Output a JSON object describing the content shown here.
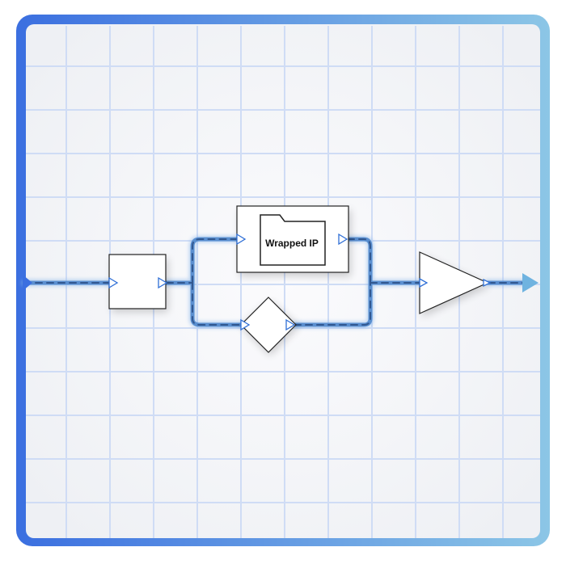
{
  "diagram": {
    "blocks": [
      {
        "kind": "input-block",
        "label": ""
      },
      {
        "kind": "wrapped-ip-block",
        "label": "Wrapped IP",
        "icon": "folder-icon"
      },
      {
        "kind": "decision-diamond",
        "label": ""
      },
      {
        "kind": "amplifier-triangle",
        "label": ""
      }
    ],
    "colors": {
      "frame_start": "#3b6fe0",
      "frame_end": "#8cc6e6",
      "grid_line": "#cfdcf5",
      "grid_bg": "#f6f7fa",
      "wire": "#5a8fd0",
      "wire_dash": "#2c4f86",
      "port": "#2f6fd6",
      "arrow_out": "#6fb3e0"
    }
  }
}
